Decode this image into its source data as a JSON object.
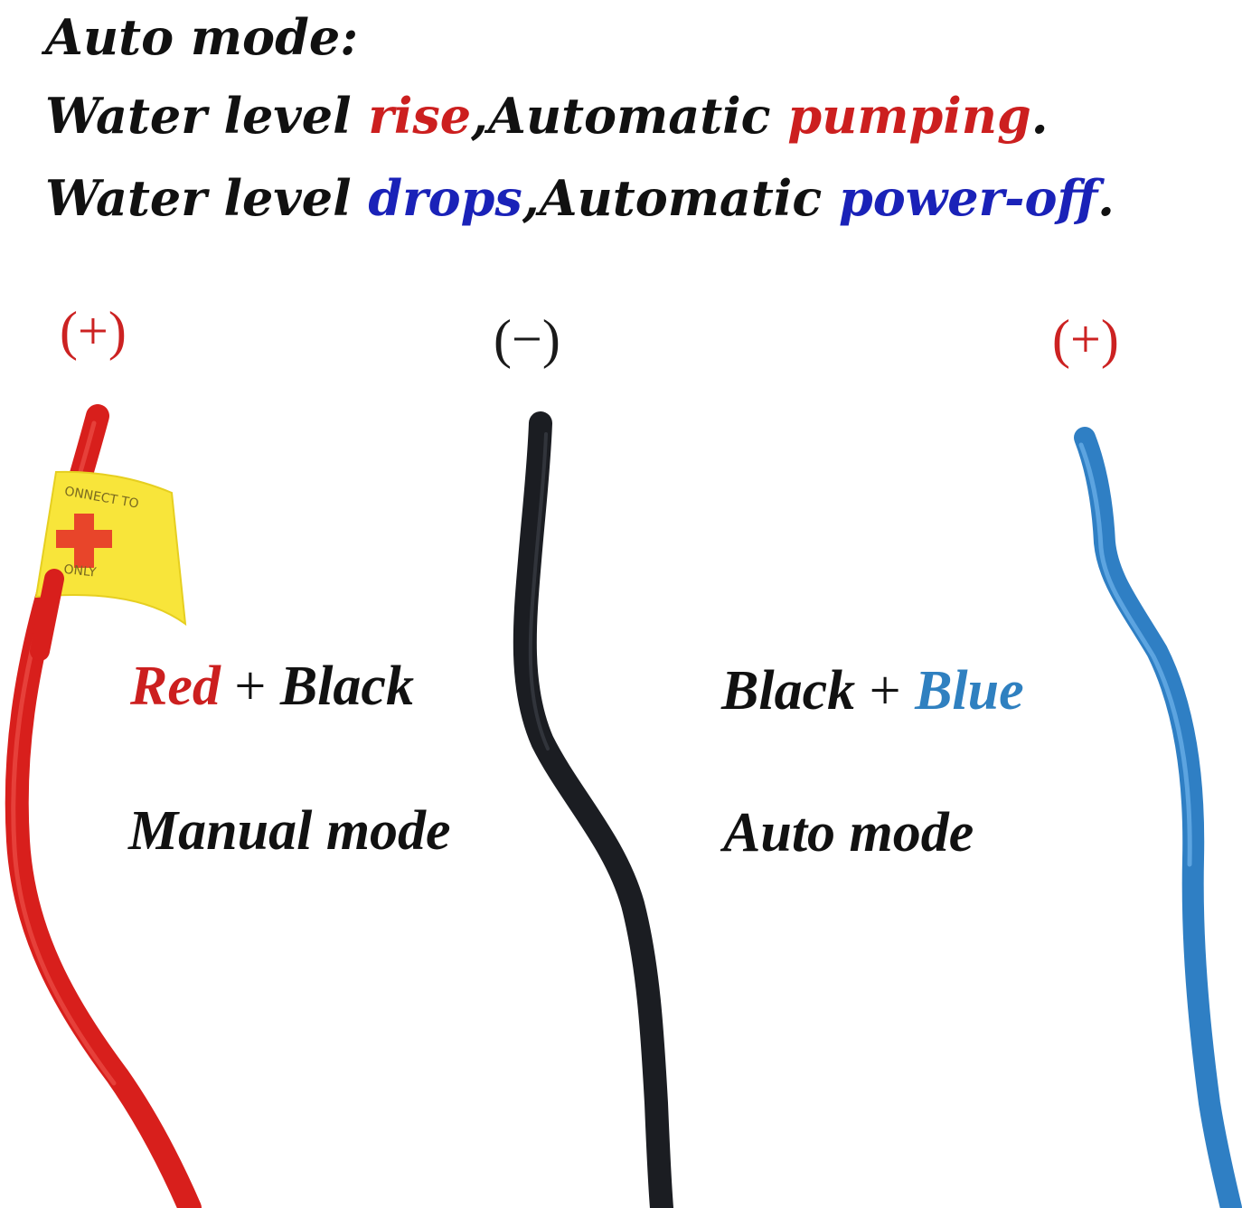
{
  "headline": {
    "line1": "Auto mode:",
    "line2": {
      "part1": "Water level ",
      "highlight1": "rise",
      "part2": ",Automatic ",
      "highlight2": "pumping",
      "end": "."
    },
    "line3": {
      "part1": "Water level ",
      "highlight1": "drops",
      "part2": ",Automatic ",
      "highlight2": "power-off",
      "end": "."
    }
  },
  "polarity": {
    "left": "(+)",
    "middle": "(−)",
    "right": "(+)"
  },
  "tag": {
    "top_text": "ONNECT TO",
    "bottom_text": "ONLY"
  },
  "combos": {
    "left": {
      "first": "Red",
      "plus": " + ",
      "second": "Black"
    },
    "right": {
      "first": "Black",
      "plus": " + ",
      "second": "Blue"
    }
  },
  "modes": {
    "left": "Manual mode",
    "right": "Auto mode"
  },
  "colors": {
    "red": "#cc1f1f",
    "blue_text": "#1a22b8",
    "red_wire": "#e0201f",
    "black_wire": "#1b1d22",
    "blue_wire": "#2f7fc4",
    "blue_label": "#2f80c0",
    "tag": "#f8e53a"
  }
}
